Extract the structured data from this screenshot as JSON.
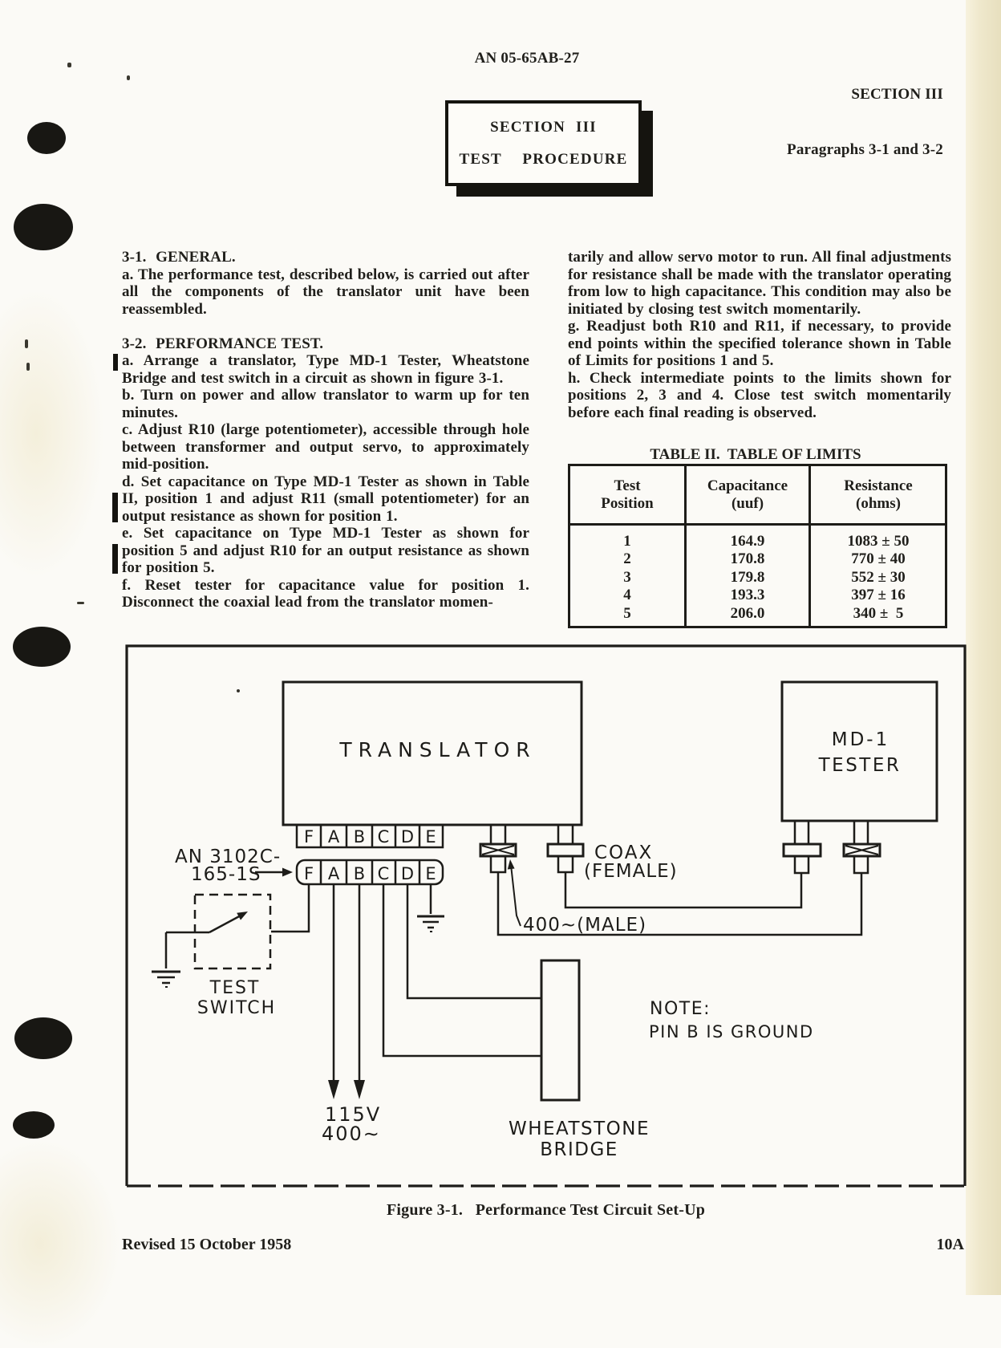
{
  "colors": {
    "ink": "#1d1c19",
    "paper": "#fbfaf6",
    "page_edge": "#ece5c8"
  },
  "header": {
    "doc_number": "AN 05-65AB-27",
    "section": "SECTION III",
    "paragraphs_ref": "Paragraphs 3-1 and 3-2"
  },
  "section_box": {
    "line1": "SECTION III",
    "line2": "TEST  PROCEDURE"
  },
  "left_column": {
    "heading_3_1": "3-1.  GENERAL.",
    "para_3_1_a": "a.  The performance test, described below, is carried out after all the components of the translator unit have been reassembled.",
    "heading_3_2": "3-2.  PERFORMANCE TEST.",
    "para_a": "a.  Arrange a translator, Type MD-1 Tester, Wheatstone Bridge and test switch in a circuit as shown in figure 3-1.",
    "para_b": "b.  Turn on power and allow translator to warm up for ten minutes.",
    "para_c": "c.  Adjust R10 (large potentiometer), accessible through hole between transformer and output servo, to approximately mid-position.",
    "para_d": "d.  Set capacitance on Type MD-1 Tester as shown in Table II, position 1 and adjust R11 (small potentiometer) for an output resistance as shown for position 1.",
    "para_e": "e.  Set capacitance on Type MD-1 Tester as shown for position 5 and adjust R10 for an output resistance as shown for position 5.",
    "para_f": "f.  Reset tester for capacitance value for position 1. Disconnect the coaxial lead from the translator momen-"
  },
  "right_column": {
    "para_cont": "tarily and allow servo motor to run.  All final adjustments for resistance shall be made with the translator operating from low to high capacitance.   This condition may also be initiated by closing test switch momentarily.",
    "para_g": "g.  Readjust both R10 and R11, if necessary, to provide end points within the specified tolerance shown in Table of Limits for positions 1 and 5.",
    "para_h": "h.  Check intermediate points to the limits shown for positions 2, 3 and 4.   Close test switch momentarily before each final reading is observed."
  },
  "table": {
    "title": "TABLE II.  TABLE OF LIMITS",
    "headers": [
      [
        "Test",
        "Position"
      ],
      [
        "Capacitance",
        "(uuf)"
      ],
      [
        "Resistance",
        "(ohms)"
      ]
    ],
    "rows": [
      [
        "1",
        "164.9",
        "1083 ± 50"
      ],
      [
        "2",
        "170.8",
        "770 ± 40"
      ],
      [
        "3",
        "179.8",
        "552 ± 30"
      ],
      [
        "4",
        "193.3",
        "397 ± 16"
      ],
      [
        "5",
        "206.0",
        "340 ±  5"
      ]
    ]
  },
  "diagram": {
    "translator_label": "TRANSLATOR",
    "md1_label_1": "MD-1",
    "md1_label_2": "TESTER",
    "connector_pins": [
      "F",
      "A",
      "B",
      "C",
      "D",
      "E"
    ],
    "connector_part_label_1": "AN 3102C-",
    "connector_part_label_2": "165-1S",
    "test_switch_label_1": "TEST",
    "test_switch_label_2": "SWITCH",
    "power_label_1": "115V",
    "power_label_2": "400∼",
    "coax_label_1": "COAX",
    "coax_label_2": "(FEMALE)",
    "male_label": "400∼(MALE)",
    "wheatstone_label_1": "WHEATSTONE",
    "wheatstone_label_2": "BRIDGE",
    "note_line_1": "NOTE:",
    "note_line_2": "PIN B IS GROUND"
  },
  "figure_caption": "Figure 3-1.   Performance Test Circuit Set-Up",
  "footer": {
    "left": "Revised 15 October 1958",
    "right": "10A"
  }
}
